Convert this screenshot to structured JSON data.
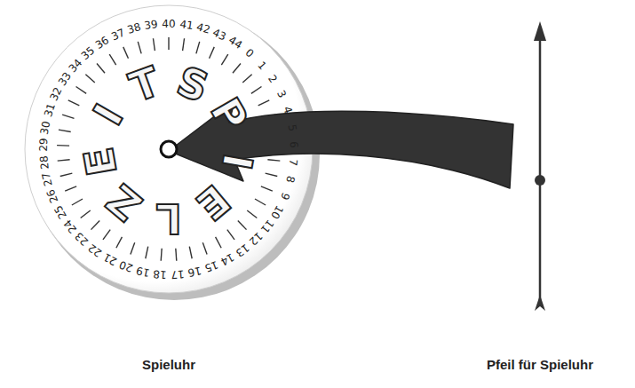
{
  "diagram": {
    "labels": [
      "0",
      "1",
      "2",
      "3",
      "4",
      "5",
      "6",
      "7",
      "8",
      "9",
      "10",
      "11",
      "12",
      "13",
      "14",
      "15",
      "16",
      "17",
      "18",
      "19",
      "20",
      "21",
      "22",
      "23",
      "24",
      "25",
      "26",
      "27",
      "28",
      "29",
      "30",
      "31",
      "32",
      "33",
      "34",
      "35",
      "36",
      "37",
      "38",
      "39",
      "40",
      "41",
      "42",
      "43",
      "44",
      "S",
      "P",
      "I",
      "E",
      "L",
      "Z",
      "E",
      "I",
      "T",
      "Spieluhr",
      "Pfeil für Spieluhr"
    ]
  }
}
